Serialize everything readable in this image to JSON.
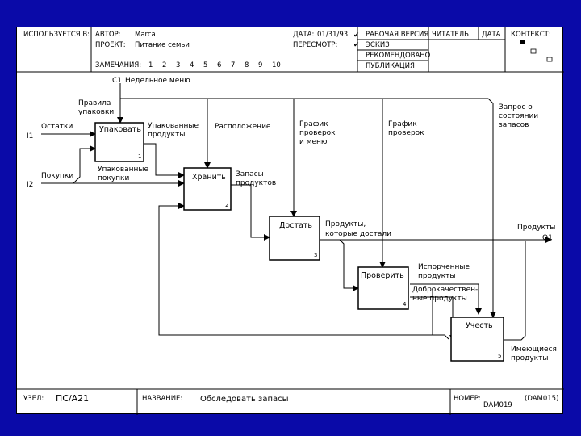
{
  "header": {
    "used_at_label": "ИСПОЛЬЗУЕТСЯ В:",
    "author_label": "АВТОР:",
    "author": "Marca",
    "project_label": "ПРОЕКТ:",
    "project": "Питание семьи",
    "notes_label": "ЗАМЕЧАНИЯ:",
    "notes": [
      "1",
      "2",
      "3",
      "4",
      "5",
      "6",
      "7",
      "8",
      "9",
      "10"
    ],
    "date_label": "ДАТА:",
    "date": "01/31/93",
    "rev_label": "ПЕРЕСМОТР:",
    "status": [
      {
        "label": "РАБОЧАЯ ВЕРСИЯ",
        "checked": true
      },
      {
        "label": "ЭСКИЗ",
        "checked": true
      },
      {
        "label": "РЕКОМЕНДОВАНО",
        "checked": false
      },
      {
        "label": "ПУБЛИКАЦИЯ",
        "checked": false
      }
    ],
    "reader_label": "ЧИТАТЕЛЬ",
    "date2_label": "ДАТА",
    "context_label": "КОНТЕКСТ:"
  },
  "diagram": {
    "boxes": [
      {
        "label": "Упаковать",
        "number": "1"
      },
      {
        "label": "Хранить",
        "number": "2"
      },
      {
        "label": "Достать",
        "number": "3"
      },
      {
        "label": "Проверить",
        "number": "4"
      },
      {
        "label": "Учесть",
        "number": "5"
      }
    ],
    "arrows": {
      "c1_code": "C1",
      "c1": "Недельное меню",
      "pack_rules": [
        "Правила",
        "упаковки"
      ],
      "i1_code": "I1",
      "i1": "Остатки",
      "i2_code": "I2",
      "i2": "Покупки",
      "packed_products": [
        "Упакованные",
        "продукты"
      ],
      "packed_purchases": [
        "Упакованные",
        "покупки"
      ],
      "location": "Расположение",
      "check_schedule_menu": [
        "График",
        "проверок",
        "и меню"
      ],
      "check_schedule": [
        "График",
        "проверок"
      ],
      "stock_request": [
        "Запрос о",
        "состоянии",
        "запасов"
      ],
      "stock": [
        "Запасы",
        "продуктов"
      ],
      "taken_products": [
        "Продукты,",
        "которые достали"
      ],
      "o1_label": "Продукты",
      "o1_code": "O1",
      "spoiled": [
        "Испорченные",
        "продукты"
      ],
      "good": [
        "Доброкачествен-",
        "ные продукты"
      ],
      "available": [
        "Имеющиеся",
        "продукты"
      ]
    }
  },
  "footer": {
    "node_label": "УЗЕЛ:",
    "node": "ПС/А21",
    "title_label": "НАЗВАНИЕ:",
    "title": "Обследовать запасы",
    "number_label": "НОМЕР:",
    "number": "DAM019",
    "number_alt": "(DAM015)"
  }
}
